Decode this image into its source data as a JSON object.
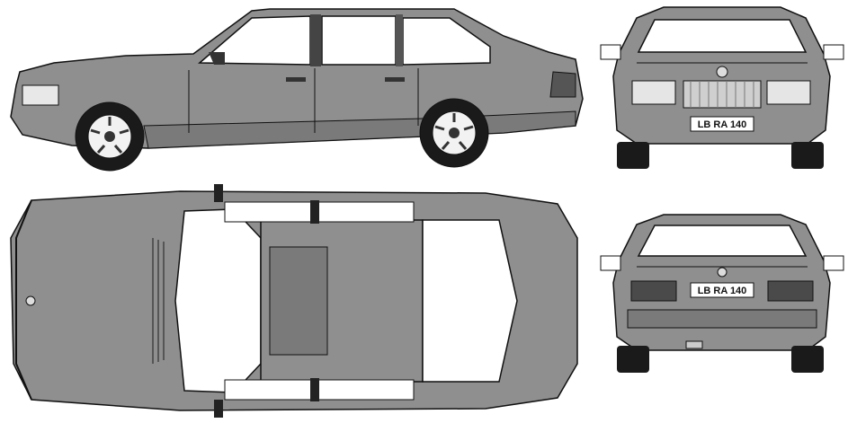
{
  "blueprint": {
    "plate_front": "LB RA 140",
    "plate_rear": "LB RA 140"
  },
  "colors": {
    "body": "#8f8f8f",
    "body_dark": "#6e6e6e",
    "glass": "#ffffff",
    "tire": "#1a1a1a",
    "outline": "#111111",
    "background": "#ffffff"
  },
  "views": [
    "side",
    "front",
    "top",
    "rear"
  ]
}
